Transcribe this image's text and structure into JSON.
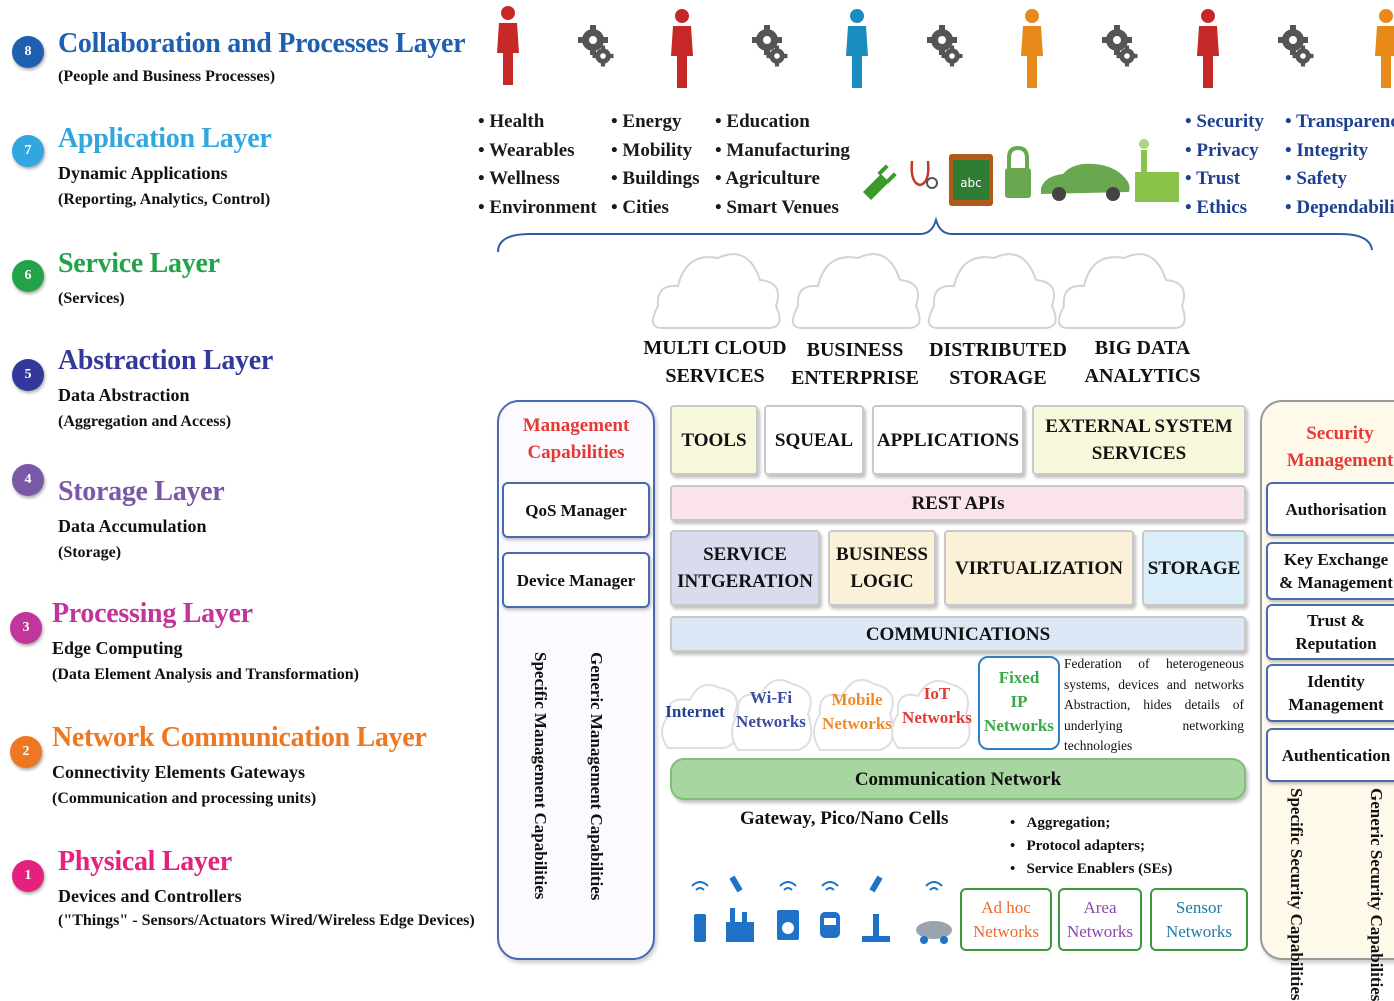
{
  "colors": {
    "l8": "#1e5fb0",
    "l7": "#31a6df",
    "l6": "#22a34a",
    "l5": "#33399a",
    "l4": "#7a58a8",
    "l3": "#c0369a",
    "l2": "#ee7722",
    "l1": "#e4227e"
  },
  "layers": [
    {
      "num": "8",
      "title": "Collaboration and Processes Layer",
      "line1": "",
      "line2": "(People and Business Processes)"
    },
    {
      "num": "7",
      "title": "Application Layer",
      "line1": "Dynamic Applications",
      "line2": "(Reporting, Analytics, Control)"
    },
    {
      "num": "6",
      "title": "Service Layer",
      "line1": "",
      "line2": "(Services)"
    },
    {
      "num": "5",
      "title": "Abstraction Layer",
      "line1": "Data Abstraction",
      "line2": "(Aggregation and Access)"
    },
    {
      "num": "4",
      "title": "Storage Layer",
      "line1": "Data Accumulation",
      "line2": "(Storage)"
    },
    {
      "num": "3",
      "title": "Processing Layer",
      "line1": "Edge Computing",
      "line2": "(Data Element Analysis and Transformation)"
    },
    {
      "num": "2",
      "title": "Network Communication Layer",
      "line1": "Connectivity Elements Gateways",
      "line2": "(Communication and processing units)"
    },
    {
      "num": "1",
      "title": "Physical Layer",
      "line1": "Devices and Controllers",
      "line2": "(\"Things\" - Sensors/Actuators Wired/Wireless Edge Devices)"
    }
  ],
  "domains": {
    "col1": [
      "Health",
      "Wearables",
      "Wellness",
      "Environment"
    ],
    "col2": [
      "Energy",
      "Mobility",
      "Buildings",
      "Cities"
    ],
    "col3": [
      "Education",
      "Manufacturing",
      "Agriculture",
      "Smart Venues"
    ],
    "col4": [
      "Security",
      "Privacy",
      "Trust",
      "Ethics"
    ],
    "col5": [
      "Transparency",
      "Integrity",
      "Safety",
      "Dependability"
    ]
  },
  "clouds": [
    {
      "line1": "MULTI CLOUD",
      "line2": "SERVICES"
    },
    {
      "line1": "BUSINESS",
      "line2": "ENTERPRISE"
    },
    {
      "line1": "DISTRIBUTED",
      "line2": "STORAGE"
    },
    {
      "line1": "BIG DATA",
      "line2": "ANALYTICS"
    }
  ],
  "management": {
    "title_line1": "Management",
    "title_line2": "Capabilities",
    "qos": "QoS Manager",
    "device": "Device Manager",
    "generic": "Generic Management Capabilities",
    "specific": "Specific Management Capabilities"
  },
  "center": {
    "tools": "TOOLS",
    "squeal": "SQUEAL",
    "applications": "APPLICATIONS",
    "external_line1": "EXTERNAL SYSTEM",
    "external_line2": "SERVICES",
    "rest": "REST APIs",
    "service_line1": "SERVICE",
    "service_line2": "INTGERATION",
    "business_line1": "BUSINESS",
    "business_line2": "LOGIC",
    "virtualization": "VIRTUALIZATION",
    "storage": "STORAGE",
    "communications": "COMMUNICATIONS",
    "internet": "Internet",
    "wifi_line1": "Wi-Fi",
    "wifi_line2": "Networks",
    "mobile_line1": "Mobile",
    "mobile_line2": "Networks",
    "iot_line1": "IoT",
    "iot_line2": "Networks",
    "fixed_line1": "Fixed",
    "fixed_line2": "IP",
    "fixed_line3": "Networks",
    "federation": "Federation of heterogeneous systems, devices and networks Abstraction, hides details of underlying networking technologies",
    "comm_network": "Communication Network",
    "gateway": "Gateway, Pico/Nano Cells",
    "agg1": "Aggregation;",
    "agg2": "Protocol adapters;",
    "agg3": "Service Enablers (SEs)",
    "adhoc_line1": "Ad hoc",
    "adhoc_line2": "Networks",
    "area_line1": "Area",
    "area_line2": "Networks",
    "sensor_line1": "Sensor",
    "sensor_line2": "Networks"
  },
  "security": {
    "title_line1": "Security",
    "title_line2": "Management",
    "authorisation": "Authorisation",
    "key_line1": "Key Exchange",
    "key_line2": "& Management",
    "trust_line1": "Trust &",
    "trust_line2": "Reputation",
    "identity_line1": "Identity",
    "identity_line2": "Management",
    "authentication": "Authentication",
    "generic": "Generic Security Capabilities",
    "specific": "Specific Security Capabilities"
  }
}
